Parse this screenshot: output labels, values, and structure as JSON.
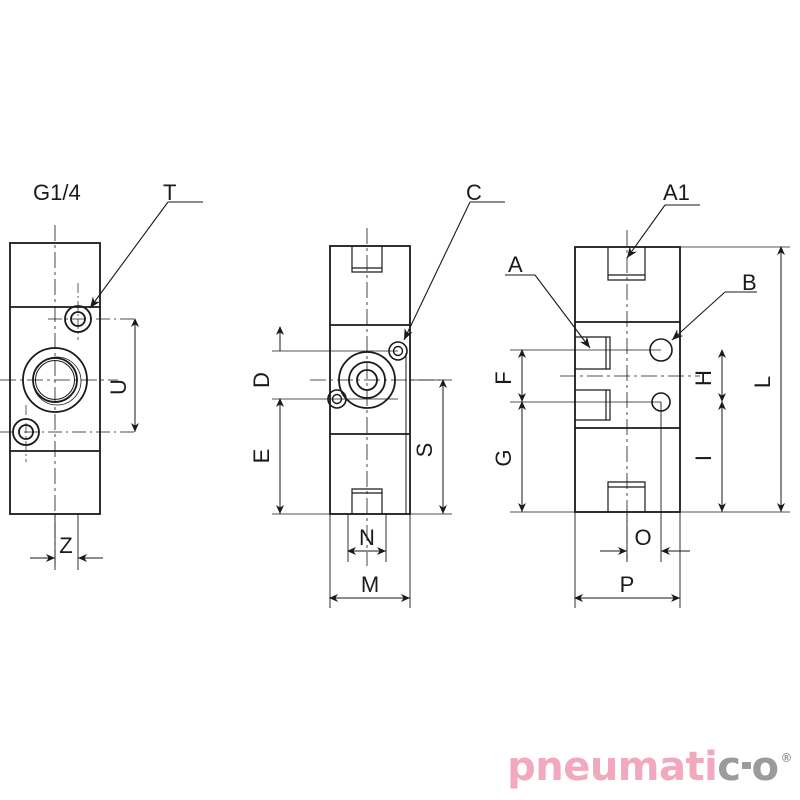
{
  "drawing": {
    "type": "technical-engineering-drawing",
    "background": "#ffffff",
    "line_color": "#1a1a1a",
    "views": [
      {
        "name": "left-view",
        "labels": [
          "G1/4",
          "T",
          "U",
          "Z"
        ]
      },
      {
        "name": "middle-view",
        "labels": [
          "C",
          "D",
          "E",
          "S",
          "N",
          "M"
        ]
      },
      {
        "name": "right-view",
        "labels": [
          "A1",
          "A",
          "B",
          "F",
          "G",
          "H",
          "I",
          "L",
          "O",
          "P"
        ]
      }
    ]
  },
  "callouts": {
    "thread_spec": "G1/4",
    "t": "T",
    "c": "C",
    "a1": "A1",
    "a": "A",
    "b": "B"
  },
  "dimensions": {
    "u": "U",
    "z": "Z",
    "d": "D",
    "e": "E",
    "s": "S",
    "n": "N",
    "m": "M",
    "f": "F",
    "g": "G",
    "h": "H",
    "i": "I",
    "l": "L",
    "o": "O",
    "p": "P"
  },
  "logo": {
    "part1": "pneumati",
    "part2": "c",
    "part3": "o",
    "registered": "®",
    "color_pink": "#f2a8bd",
    "color_gray": "#9b9b9b"
  }
}
